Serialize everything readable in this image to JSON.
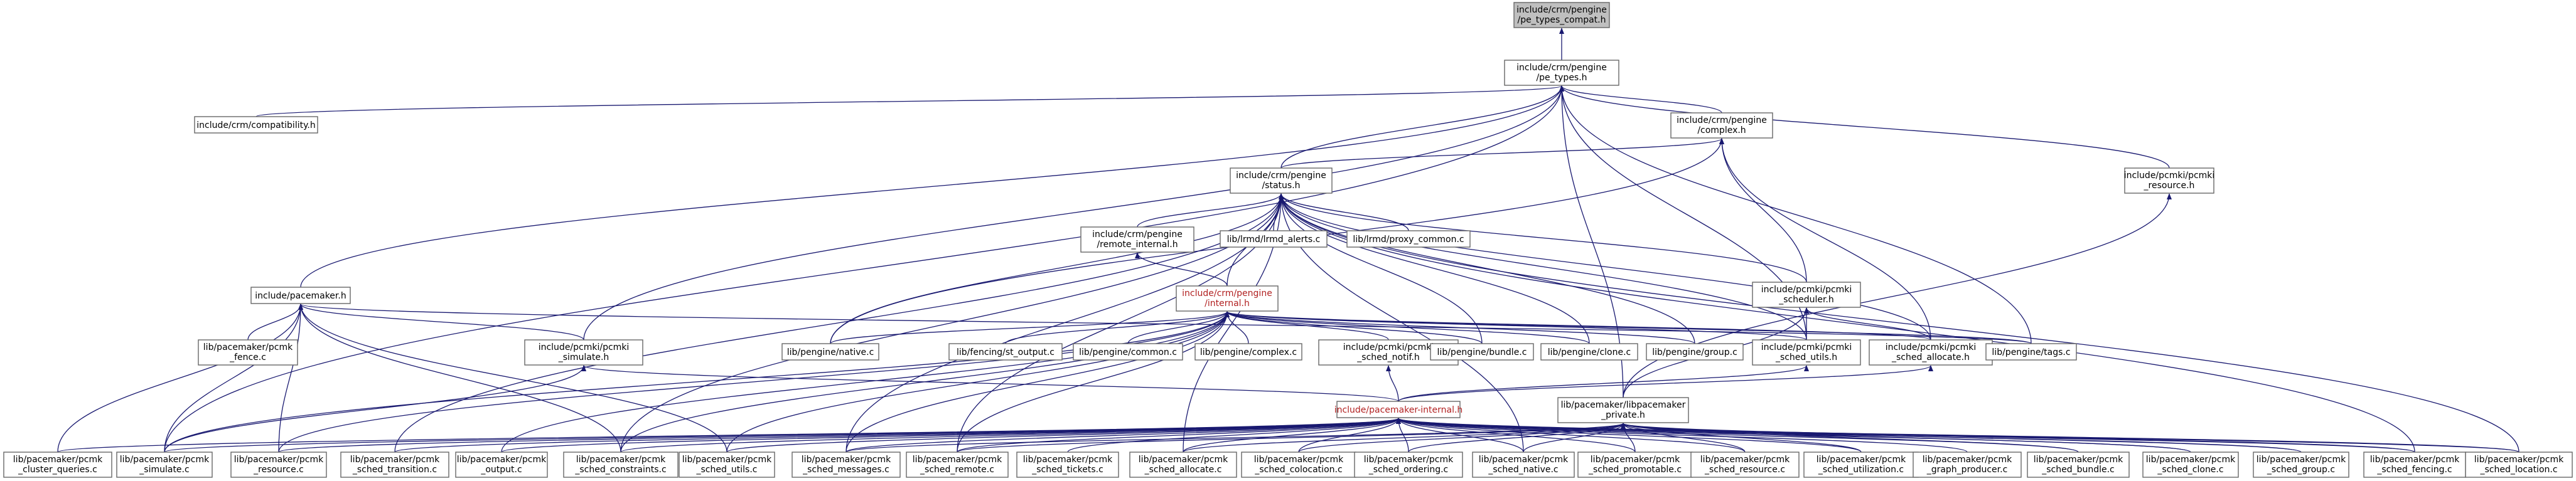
{
  "colors": {
    "edge": "#191970",
    "root_fill": "#bfbfbf",
    "highlight_text": "#b22222"
  },
  "nodes": {
    "root": {
      "lines": [
        "include/crm/pengine",
        "/pe_types_compat.h"
      ]
    },
    "pe_types": {
      "lines": [
        "include/crm/pengine",
        "/pe_types.h"
      ]
    },
    "compatibility": {
      "lines": [
        "include/crm/compatibility.h"
      ]
    },
    "complex": {
      "lines": [
        "include/crm/pengine",
        "/complex.h"
      ]
    },
    "pcmki_resource_h": {
      "lines": [
        "include/pcmki/pcmki",
        "_resource.h"
      ]
    },
    "status": {
      "lines": [
        "include/crm/pengine",
        "/status.h"
      ]
    },
    "remote_internal": {
      "lines": [
        "include/crm/pengine",
        "/remote_internal.h"
      ]
    },
    "lrmd_alerts": {
      "lines": [
        "lib/lrmd/lrmd_alerts.c"
      ]
    },
    "proxy_common": {
      "lines": [
        "lib/lrmd/proxy_common.c"
      ]
    },
    "pacemaker_h": {
      "lines": [
        "include/pacemaker.h"
      ]
    },
    "pe_internal": {
      "lines": [
        "include/crm/pengine",
        "/internal.h"
      ]
    },
    "fence_c": {
      "lines": [
        "lib/pacemaker/pcmk",
        "_fence.c"
      ]
    },
    "simulate_h": {
      "lines": [
        "include/pcmki/pcmki",
        "_simulate.h"
      ]
    },
    "native": {
      "lines": [
        "lib/pengine/native.c"
      ]
    },
    "st_output": {
      "lines": [
        "lib/fencing/st_output.c"
      ]
    },
    "common": {
      "lines": [
        "lib/pengine/common.c"
      ]
    },
    "complex_c": {
      "lines": [
        "lib/pengine/complex.c"
      ]
    },
    "sched_notif_h": {
      "lines": [
        "include/pcmki/pcmki",
        "_sched_notif.h"
      ]
    },
    "bundle": {
      "lines": [
        "lib/pengine/bundle.c"
      ]
    },
    "clone": {
      "lines": [
        "lib/pengine/clone.c"
      ]
    },
    "group": {
      "lines": [
        "lib/pengine/group.c"
      ]
    },
    "scheduler_h": {
      "lines": [
        "include/pcmki/pcmki",
        "_scheduler.h"
      ]
    },
    "sched_utils_h": {
      "lines": [
        "include/pcmki/pcmki",
        "_sched_utils.h"
      ]
    },
    "sched_allocate_h": {
      "lines": [
        "include/pcmki/pcmki",
        "_sched_allocate.h"
      ]
    },
    "tags": {
      "lines": [
        "lib/pengine/tags.c"
      ]
    },
    "pacemaker_internal": {
      "lines": [
        "include/pacemaker-internal.h"
      ]
    },
    "libpacemaker_private": {
      "lines": [
        "lib/pacemaker/libpacemaker",
        "_private.h"
      ]
    },
    "b_cluster_queries": {
      "lines": [
        "lib/pacemaker/pcmk",
        "_cluster_queries.c"
      ]
    },
    "b_simulate": {
      "lines": [
        "lib/pacemaker/pcmk",
        "_simulate.c"
      ]
    },
    "b_resource": {
      "lines": [
        "lib/pacemaker/pcmk",
        "_resource.c"
      ]
    },
    "b_sched_transition": {
      "lines": [
        "lib/pacemaker/pcmk",
        "_sched_transition.c"
      ]
    },
    "b_output": {
      "lines": [
        "lib/pacemaker/pcmk",
        "_output.c"
      ]
    },
    "b_sched_constraints": {
      "lines": [
        "lib/pacemaker/pcmk",
        "_sched_constraints.c"
      ]
    },
    "b_sched_utils": {
      "lines": [
        "lib/pacemaker/pcmk",
        "_sched_utils.c"
      ]
    },
    "b_sched_messages": {
      "lines": [
        "lib/pacemaker/pcmk",
        "_sched_messages.c"
      ]
    },
    "b_sched_remote": {
      "lines": [
        "lib/pacemaker/pcmk",
        "_sched_remote.c"
      ]
    },
    "b_sched_tickets": {
      "lines": [
        "lib/pacemaker/pcmk",
        "_sched_tickets.c"
      ]
    },
    "b_sched_allocate": {
      "lines": [
        "lib/pacemaker/pcmk",
        "_sched_allocate.c"
      ]
    },
    "b_sched_colocation": {
      "lines": [
        "lib/pacemaker/pcmk",
        "_sched_colocation.c"
      ]
    },
    "b_sched_ordering": {
      "lines": [
        "lib/pacemaker/pcmk",
        "_sched_ordering.c"
      ]
    },
    "b_sched_native": {
      "lines": [
        "lib/pacemaker/pcmk",
        "_sched_native.c"
      ]
    },
    "b_sched_promotable": {
      "lines": [
        "lib/pacemaker/pcmk",
        "_sched_promotable.c"
      ]
    },
    "b_sched_resource": {
      "lines": [
        "lib/pacemaker/pcmk",
        "_sched_resource.c"
      ]
    },
    "b_sched_utilization": {
      "lines": [
        "lib/pacemaker/pcmk",
        "_sched_utilization.c"
      ]
    },
    "b_graph_producer": {
      "lines": [
        "lib/pacemaker/pcmk",
        "_graph_producer.c"
      ]
    },
    "b_sched_bundle": {
      "lines": [
        "lib/pacemaker/pcmk",
        "_sched_bundle.c"
      ]
    },
    "b_sched_clone": {
      "lines": [
        "lib/pacemaker/pcmk",
        "_sched_clone.c"
      ]
    },
    "b_sched_group": {
      "lines": [
        "lib/pacemaker/pcmk",
        "_sched_group.c"
      ]
    },
    "b_sched_fencing": {
      "lines": [
        "lib/pacemaker/pcmk",
        "_sched_fencing.c"
      ]
    },
    "b_sched_location": {
      "lines": [
        "lib/pacemaker/pcmk",
        "_sched_location.c"
      ]
    }
  }
}
